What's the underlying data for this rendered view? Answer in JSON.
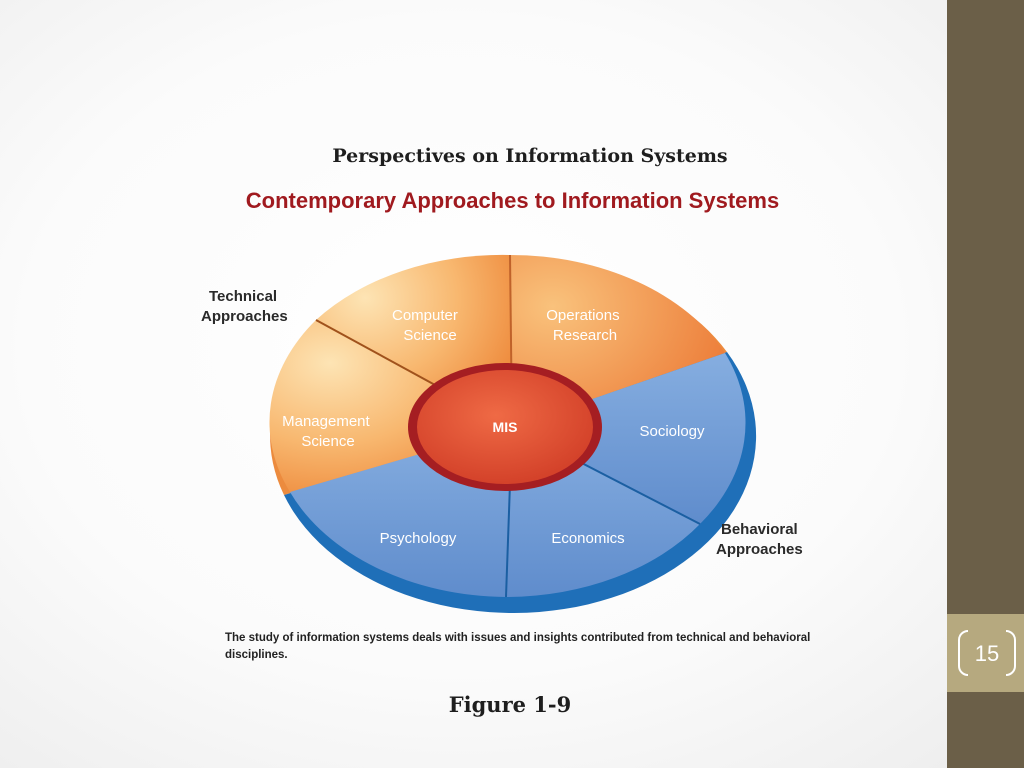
{
  "slide": {
    "subtitle": "Perspectives on Information Systems",
    "title": "Contemporary Approaches to Information Systems",
    "caption": "The study of information systems deals with issues and insights contributed from technical and behavioral disciplines.",
    "figure_label": "Figure 1-9",
    "page_number": "15"
  },
  "diagram": {
    "center_label": "MIS",
    "technical_group": {
      "line1": "Technical",
      "line2": "Approaches"
    },
    "behavioral_group": {
      "line1": "Behavioral",
      "line2": "Approaches"
    },
    "segments": {
      "computer_science": {
        "line1": "Computer",
        "line2": "Science"
      },
      "operations_research": {
        "line1": "Operations",
        "line2": "Research"
      },
      "sociology": {
        "line1": "Sociology"
      },
      "economics": {
        "line1": "Economics"
      },
      "psychology": {
        "line1": "Psychology"
      },
      "management_science": {
        "line1": "Management",
        "line2": "Science"
      }
    }
  },
  "colors": {
    "technical_fill": "#f4a560",
    "behavioral_fill": "#6f9bd4",
    "behavioral_rim": "#1f6fb8",
    "center_fill": "#d9432a",
    "center_ring": "#a51e22",
    "title_red": "#a01a1f",
    "sidebar": "#6b5f48",
    "page_box": "#b6a97f"
  }
}
